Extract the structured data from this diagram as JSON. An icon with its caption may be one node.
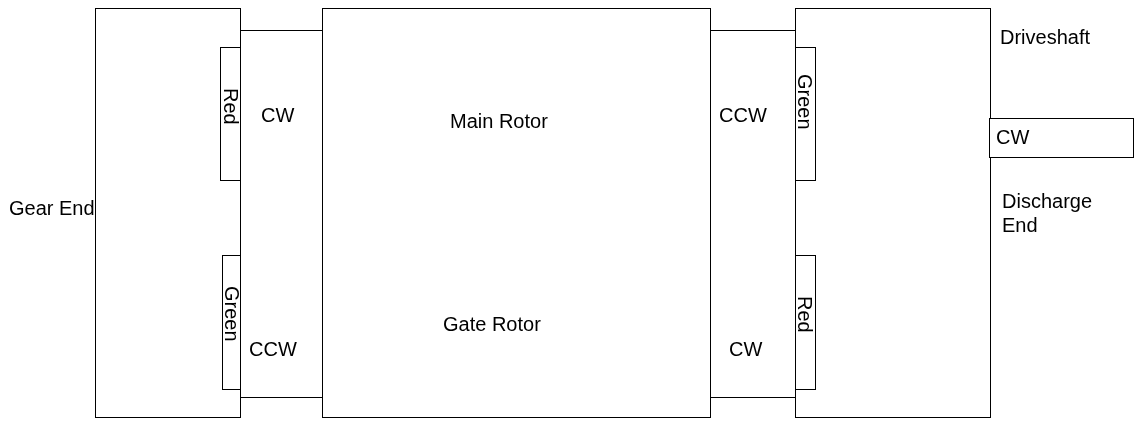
{
  "diagram": {
    "nodes": [
      {
        "text": [
          "Gear End"
        ]
      },
      {
        "text": [
          "Red"
        ],
        "in": 0
      },
      {
        "text": [
          "Green"
        ],
        "in": 0
      },
      {
        "text": [
          "CW",
          "CCW"
        ]
      },
      {
        "text": [
          "Main Rotor",
          "Gate Rotor"
        ]
      },
      {
        "text": [
          "CCW",
          "CW"
        ]
      },
      {
        "text": [
          "Discharge End"
        ]
      },
      {
        "text": [
          "Green"
        ],
        "in": 6
      },
      {
        "text": [
          "Red"
        ],
        "in": 6
      },
      {
        "text": [
          "Driveshaft",
          "CW"
        ]
      }
    ]
  }
}
